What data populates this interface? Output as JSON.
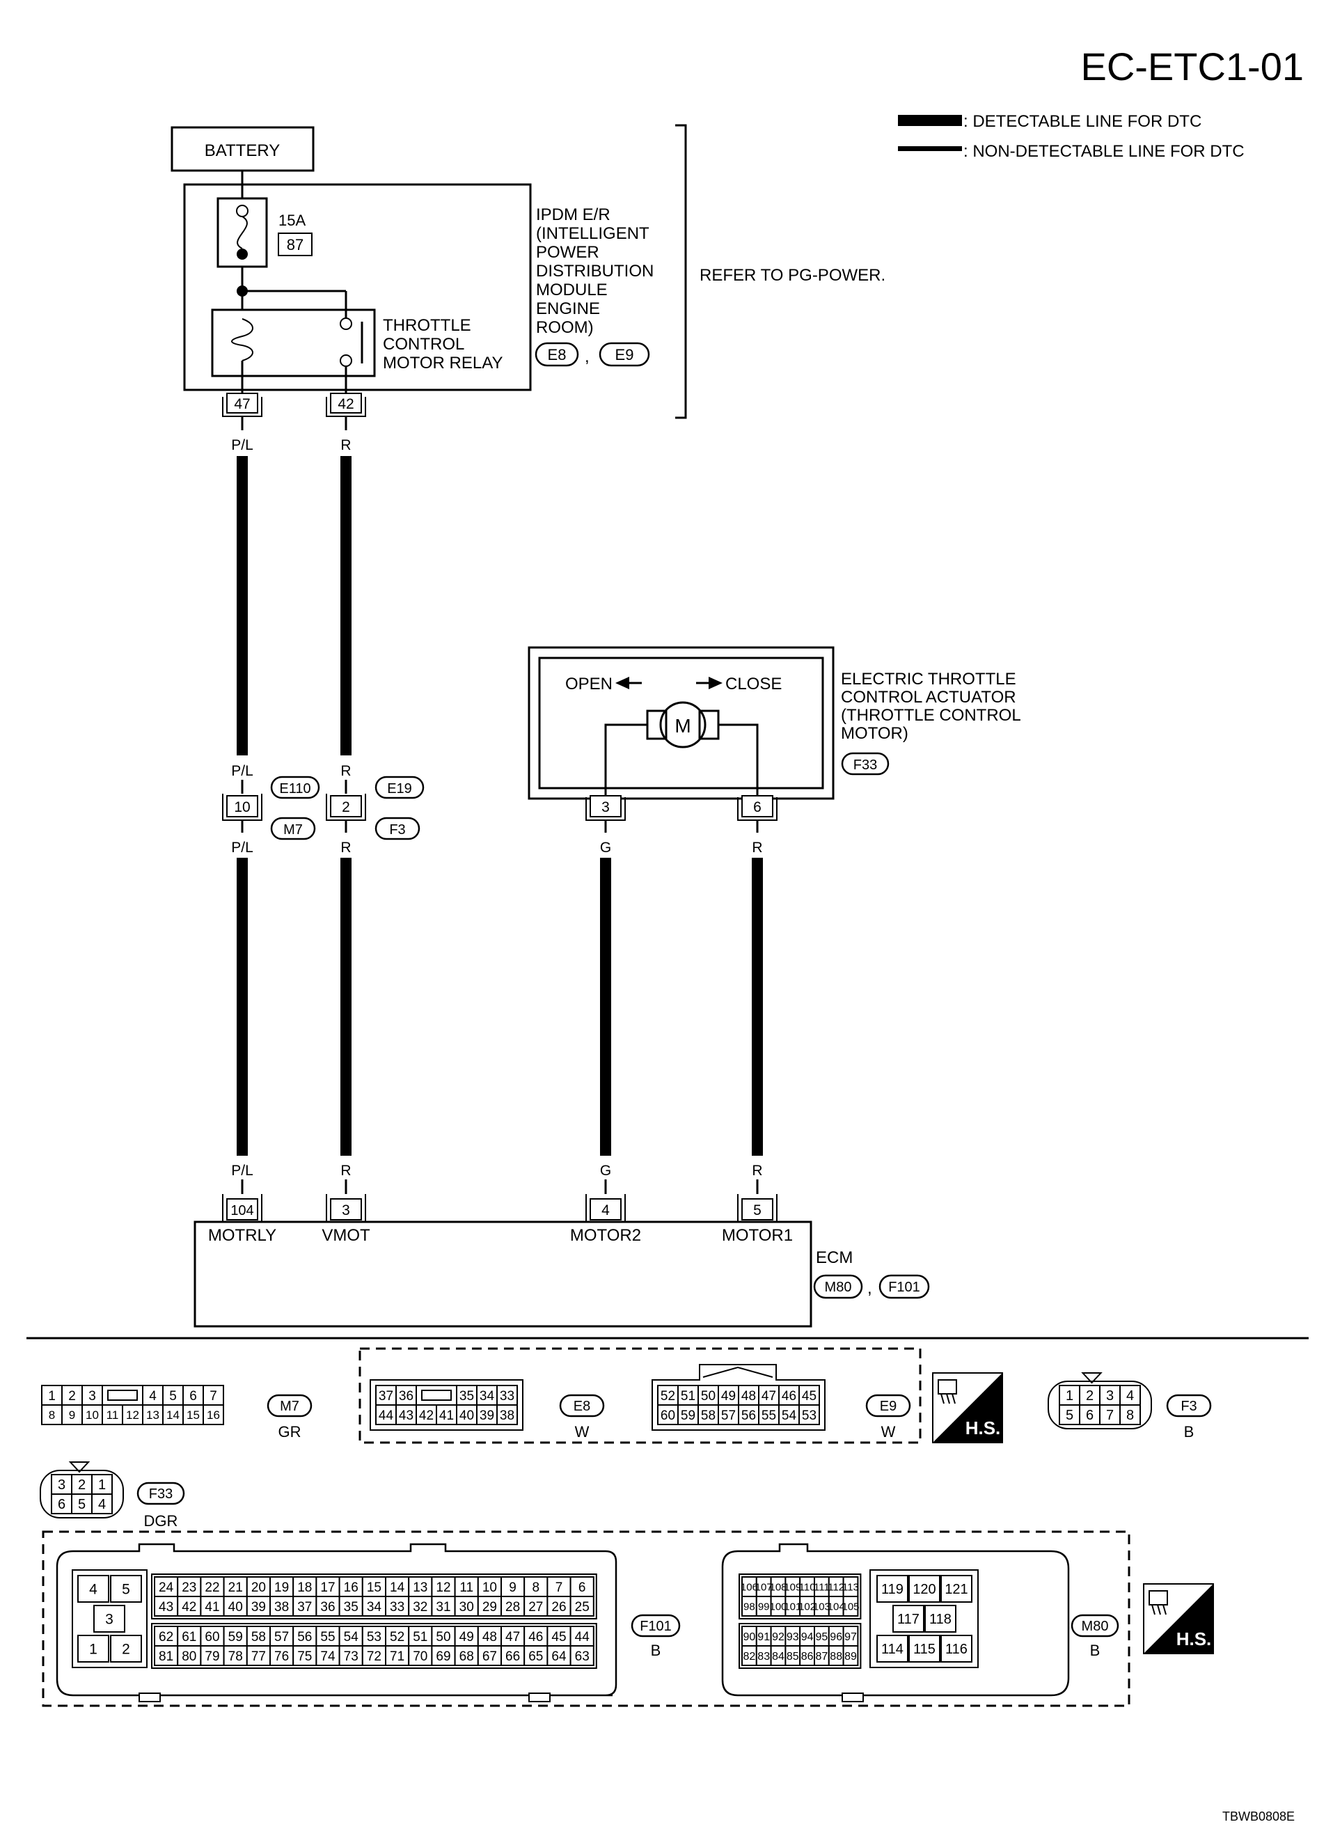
{
  "page_code": "EC-ETC1-01",
  "figure_code": "TBWB0808E",
  "legend": {
    "detectable": ": DETECTABLE LINE FOR DTC",
    "non_detectable": ": NON-DETECTABLE LINE FOR DTC"
  },
  "battery": "BATTERY",
  "fuse": {
    "rating": "15A",
    "number": "87"
  },
  "ipdm": {
    "lines": [
      "IPDM E/R",
      "(INTELLIGENT",
      " POWER",
      " DISTRIBUTION",
      " MODULE",
      " ENGINE",
      " ROOM)"
    ],
    "connectors": [
      "E8",
      "E9"
    ],
    "separator": ","
  },
  "refer": "REFER TO PG-POWER.",
  "relay": {
    "lines": [
      "THROTTLE",
      "CONTROL",
      "MOTOR RELAY"
    ]
  },
  "actuator": {
    "lines": [
      "ELECTRIC THROTTLE",
      "CONTROL ACTUATOR",
      "(THROTTLE CONTROL",
      " MOTOR)"
    ],
    "connector": "F33",
    "open": "OPEN",
    "close": "CLOSE",
    "motor_symbol": "M"
  },
  "terminals": {
    "ipdm_47": "47",
    "ipdm_42": "42",
    "jc_10": "10",
    "jc_2": "2",
    "act_3": "3",
    "act_6": "6",
    "ecm_104": "104",
    "ecm_3": "3",
    "ecm_4": "4",
    "ecm_5": "5"
  },
  "wires": {
    "pl": "P/L",
    "r": "R",
    "g": "G"
  },
  "joints": {
    "e110": "E110",
    "e19": "E19",
    "m7": "M7",
    "f3": "F3"
  },
  "ecm": {
    "name": "ECM",
    "connectors": [
      "M80",
      "F101"
    ],
    "separator": ",",
    "pins": [
      "MOTRLY",
      "VMOT",
      "MOTOR2",
      "MOTOR1"
    ]
  },
  "connector_views": {
    "m7": {
      "id": "M7",
      "color": "GR",
      "top": [
        "1",
        "2",
        "3",
        "4",
        "5",
        "6",
        "7"
      ],
      "bottom": [
        "8",
        "9",
        "10",
        "11",
        "12",
        "13",
        "14",
        "15",
        "16"
      ]
    },
    "e8": {
      "id": "E8",
      "color": "W",
      "top": [
        "37",
        "36",
        "35",
        "34",
        "33"
      ],
      "bottom": [
        "44",
        "43",
        "42",
        "41",
        "40",
        "39",
        "38"
      ]
    },
    "e9": {
      "id": "E9",
      "color": "W",
      "top": [
        "52",
        "51",
        "50",
        "49",
        "48",
        "47",
        "46",
        "45"
      ],
      "bottom": [
        "60",
        "59",
        "58",
        "57",
        "56",
        "55",
        "54",
        "53"
      ]
    },
    "f3": {
      "id": "F3",
      "color": "B",
      "top": [
        "1",
        "2",
        "3",
        "4"
      ],
      "bottom": [
        "5",
        "6",
        "7",
        "8"
      ]
    },
    "f33": {
      "id": "F33",
      "color": "DGR",
      "top": [
        "3",
        "2",
        "1"
      ],
      "bottom": [
        "6",
        "5",
        "4"
      ]
    },
    "f101": {
      "id": "F101",
      "color": "B",
      "left_block": [
        "4",
        "5",
        "3",
        "1",
        "2"
      ],
      "row1": [
        "24",
        "23",
        "22",
        "21",
        "20",
        "19",
        "18",
        "17",
        "16",
        "15",
        "14",
        "13",
        "12",
        "11",
        "10",
        "9",
        "8",
        "7",
        "6"
      ],
      "row2": [
        "43",
        "42",
        "41",
        "40",
        "39",
        "38",
        "37",
        "36",
        "35",
        "34",
        "33",
        "32",
        "31",
        "30",
        "29",
        "28",
        "27",
        "26",
        "25"
      ],
      "row3": [
        "62",
        "61",
        "60",
        "59",
        "58",
        "57",
        "56",
        "55",
        "54",
        "53",
        "52",
        "51",
        "50",
        "49",
        "48",
        "47",
        "46",
        "45",
        "44"
      ],
      "row4": [
        "81",
        "80",
        "79",
        "78",
        "77",
        "76",
        "75",
        "74",
        "73",
        "72",
        "71",
        "70",
        "69",
        "68",
        "67",
        "66",
        "65",
        "64",
        "63"
      ]
    },
    "m80": {
      "id": "M80",
      "color": "B",
      "row1": [
        "106",
        "107",
        "108",
        "109",
        "110",
        "111",
        "112",
        "113"
      ],
      "row2": [
        "98",
        "99",
        "100",
        "101",
        "102",
        "103",
        "104",
        "105"
      ],
      "row3": [
        "90",
        "91",
        "92",
        "93",
        "94",
        "95",
        "96",
        "97"
      ],
      "row4": [
        "82",
        "83",
        "84",
        "85",
        "86",
        "87",
        "88",
        "89"
      ],
      "right_block": [
        "119",
        "120",
        "121",
        "117",
        "118",
        "114",
        "115",
        "116"
      ]
    },
    "hs": "H.S."
  }
}
